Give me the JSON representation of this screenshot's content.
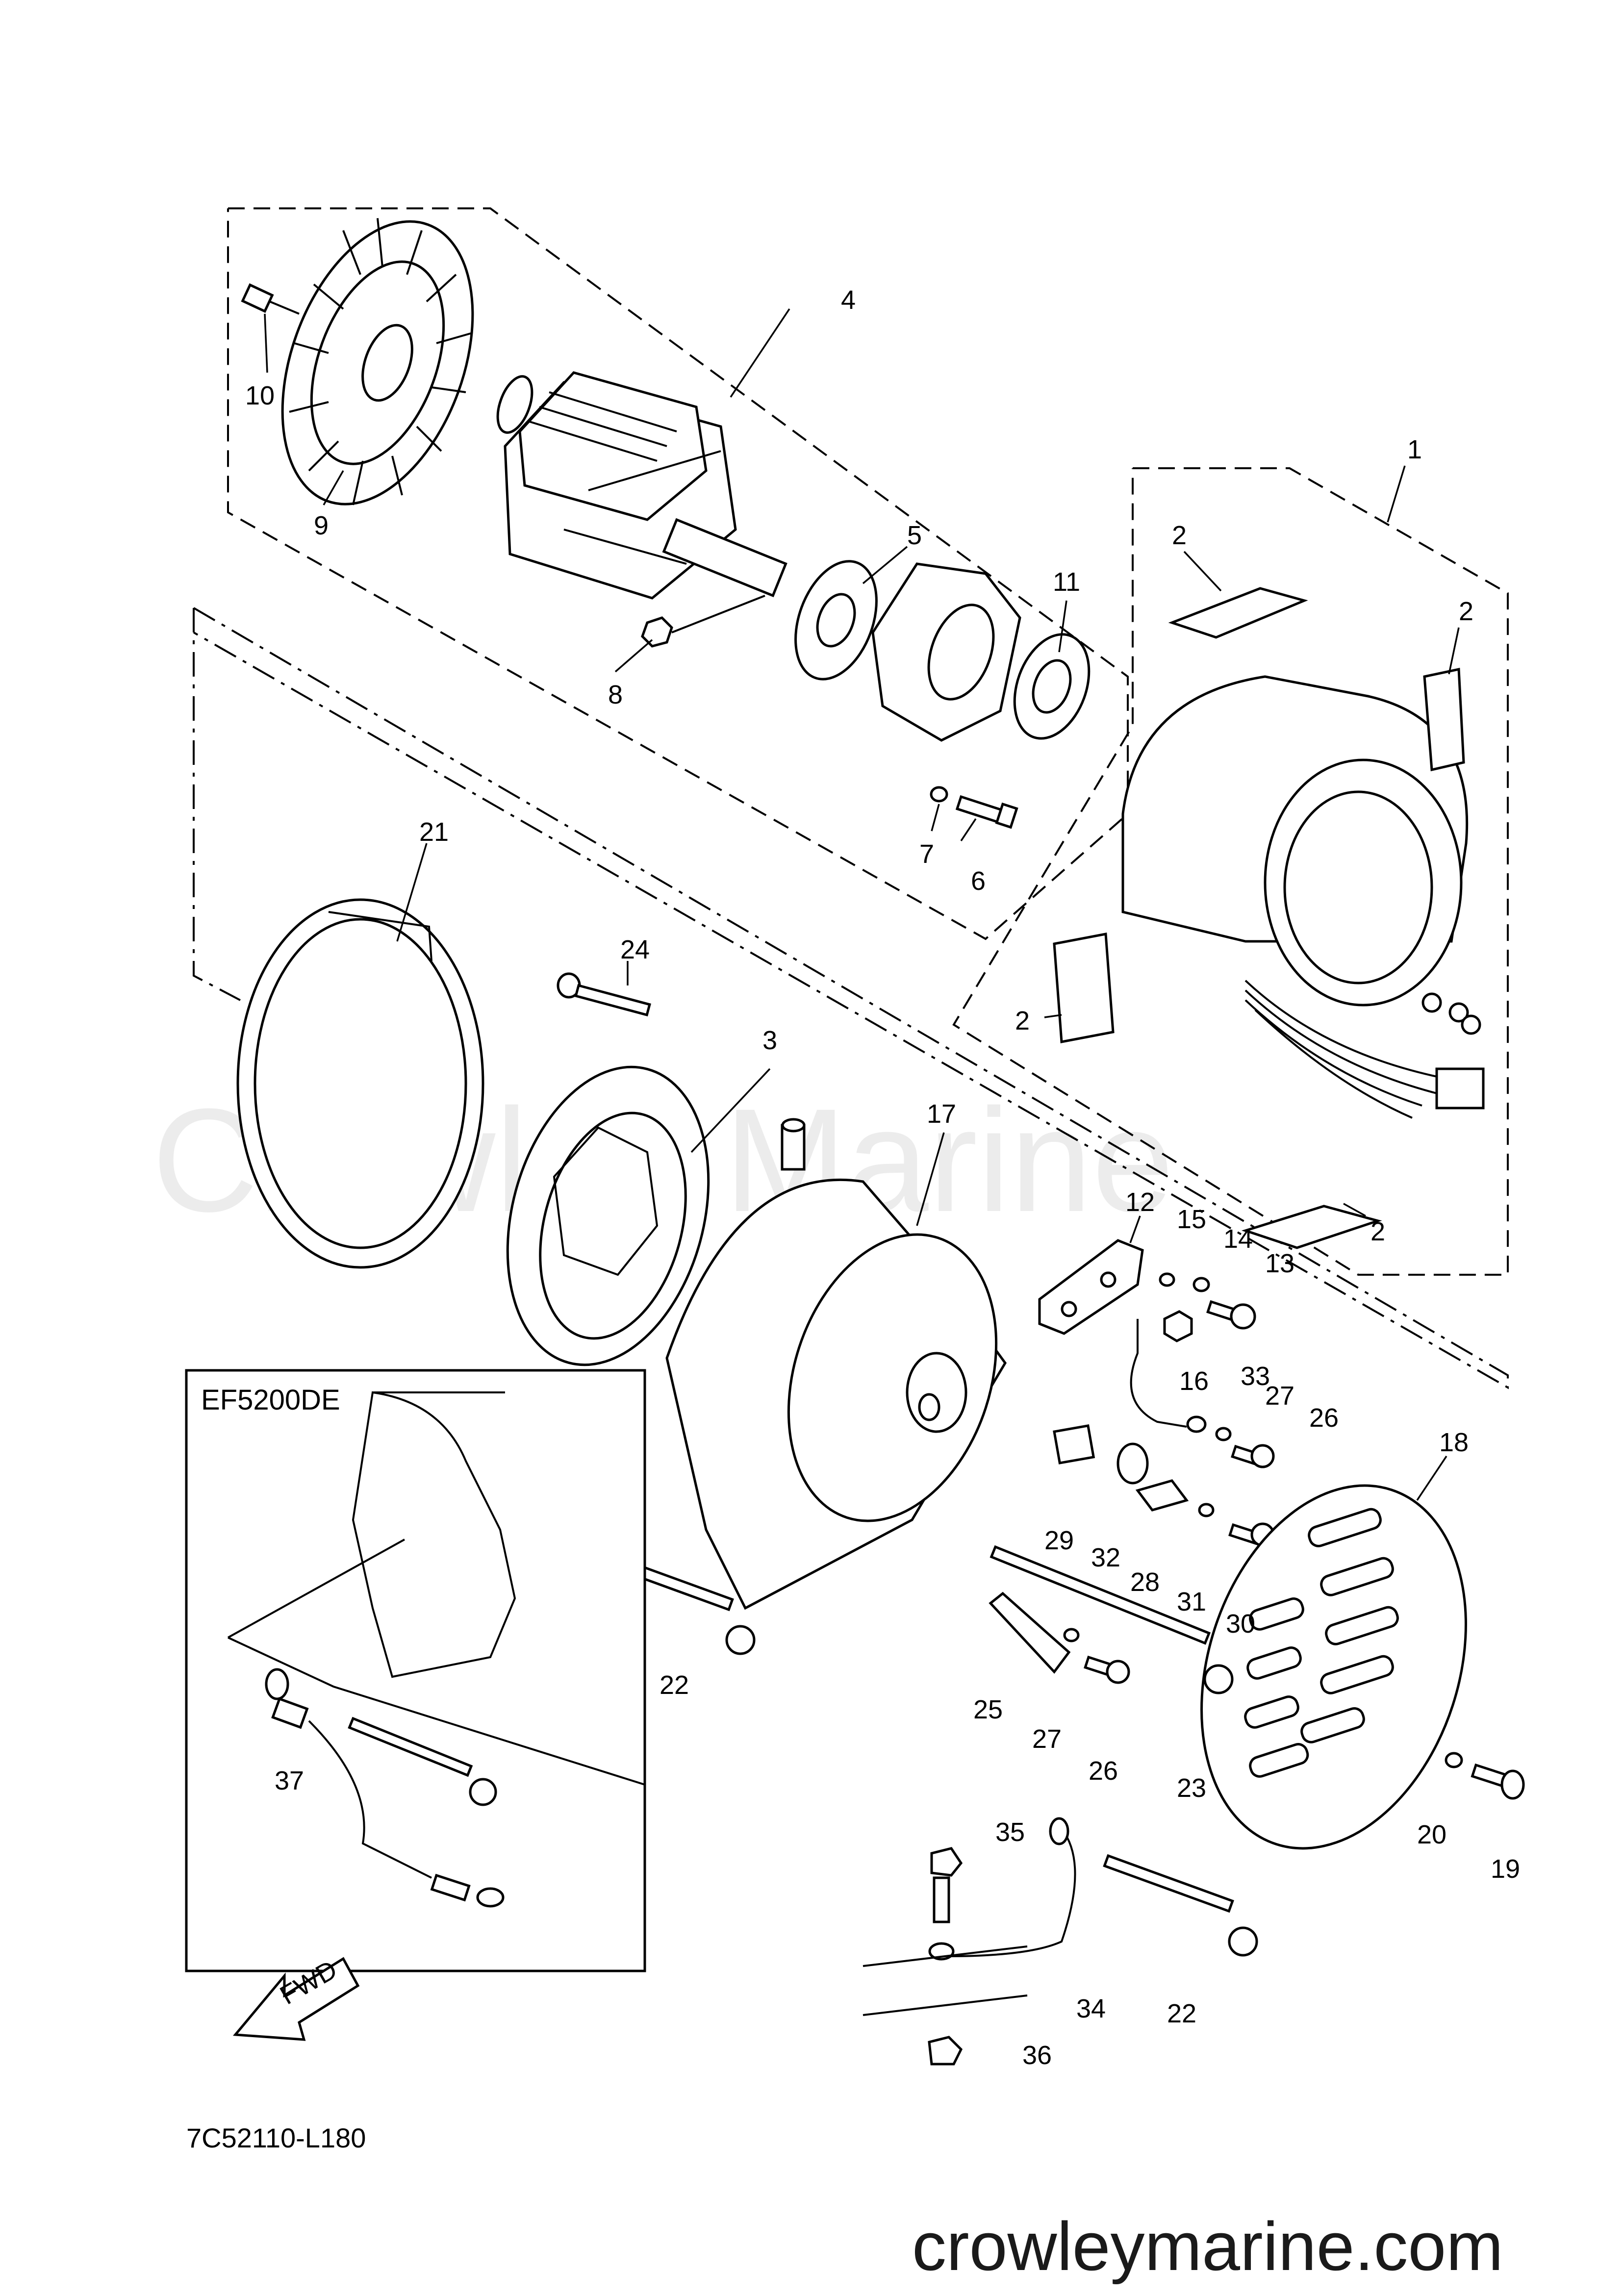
{
  "watermark": "Crowley Marine",
  "site_url": "crowleymarine.com",
  "diagram_code": "7C52110-L180",
  "inset_title": "EF5200DE",
  "fwd_label": "FWD",
  "callouts": {
    "c1": "1",
    "c2a": "2",
    "c2b": "2",
    "c2c": "2",
    "c2d": "2",
    "c3": "3",
    "c4": "4",
    "c5": "5",
    "c6": "6",
    "c7": "7",
    "c8": "8",
    "c9": "9",
    "c10": "10",
    "c11": "11",
    "c12": "12",
    "c13": "13",
    "c14": "14",
    "c15": "15",
    "c16": "16",
    "c17": "17",
    "c18": "18",
    "c19": "19",
    "c20": "20",
    "c21": "21",
    "c22a": "22",
    "c22b": "22",
    "c23": "23",
    "c24": "24",
    "c25": "25",
    "c26a": "26",
    "c26b": "26",
    "c27a": "27",
    "c27b": "27",
    "c28": "28",
    "c29": "29",
    "c30": "30",
    "c31": "31",
    "c32": "32",
    "c33": "33",
    "c34": "34",
    "c35": "35",
    "c36": "36",
    "c37": "37"
  }
}
